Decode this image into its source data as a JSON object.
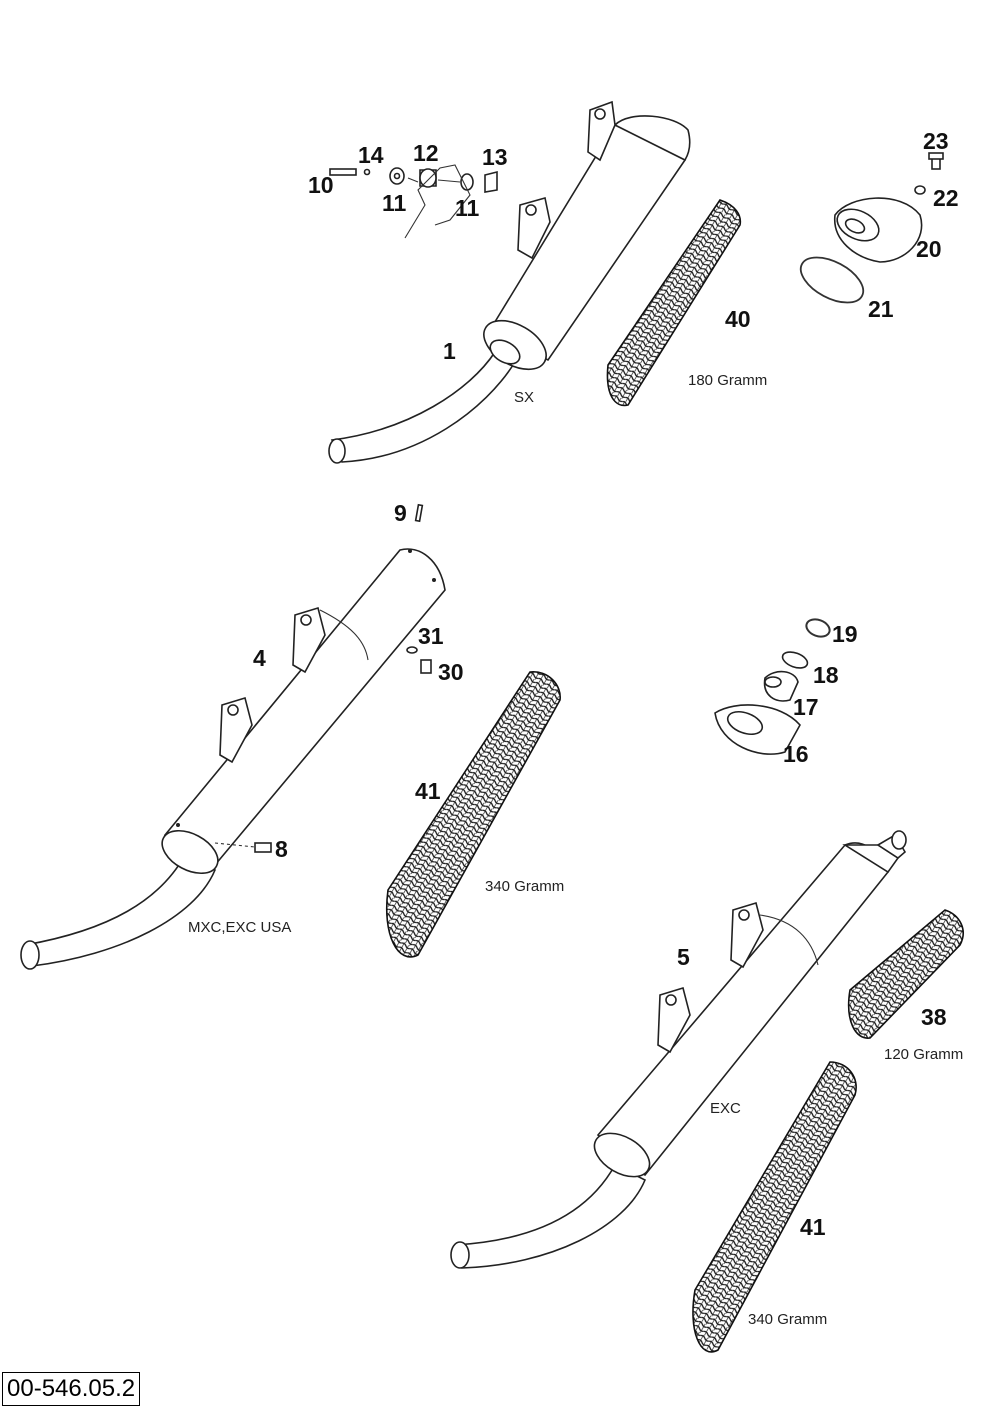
{
  "drawing_code": "00-546.05.2",
  "colors": {
    "line": "#222222",
    "background": "#ffffff",
    "pad_fill": "#333333"
  },
  "part_numbers": [
    "1",
    "4",
    "5",
    "8",
    "9",
    "10",
    "11",
    "11",
    "12",
    "13",
    "14",
    "16",
    "17",
    "18",
    "19",
    "20",
    "21",
    "22",
    "23",
    "30",
    "31",
    "38",
    "40",
    "41",
    "41"
  ],
  "labels": {
    "p1": "1",
    "p4": "4",
    "p5": "5",
    "p8": "8",
    "p9": "9",
    "p10": "10",
    "p11a": "11",
    "p11b": "11",
    "p12": "12",
    "p13": "13",
    "p14": "14",
    "p16": "16",
    "p17": "17",
    "p18": "18",
    "p19": "19",
    "p20": "20",
    "p21": "21",
    "p22": "22",
    "p23": "23",
    "p30": "30",
    "p31": "31",
    "p38": "38",
    "p40": "40",
    "p41a": "41",
    "p41b": "41"
  },
  "captions": {
    "sx": "SX",
    "mxc_exc_usa": "MXC,EXC USA",
    "exc": "EXC",
    "gramm_180": "180 Gramm",
    "gramm_340a": "340 Gramm",
    "gramm_120": "120 Gramm",
    "gramm_340b": "340 Gramm"
  }
}
